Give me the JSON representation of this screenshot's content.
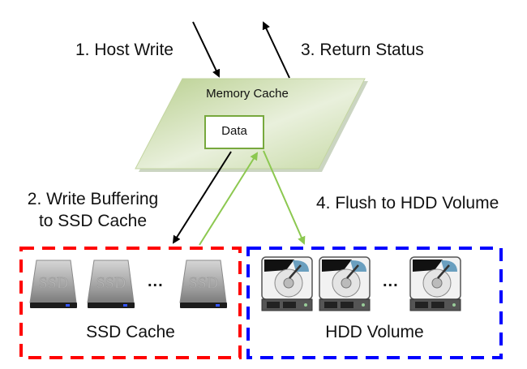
{
  "steps": {
    "host_write": "1. Host Write",
    "write_buffering_line1": "2. Write Buffering",
    "write_buffering_line2": "to SSD Cache",
    "return_status": "3. Return Status",
    "flush": "4. Flush to HDD Volume"
  },
  "memory_cache": {
    "title": "Memory Cache",
    "data_box": "Data"
  },
  "ssd_group": {
    "title": "SSD Cache",
    "drive_label": "SSD",
    "ellipsis": "...",
    "visible_drives": 3,
    "border_color": "#ff0000"
  },
  "hdd_group": {
    "title": "HDD Volume",
    "ellipsis": "...",
    "visible_drives": 3,
    "border_color": "#0000ff"
  },
  "colors": {
    "cache_fill_dark": "#b5cc8a",
    "cache_fill_light": "#eef3e4",
    "data_border": "#77a83d",
    "green_arrow": "#8cc850",
    "black_arrow": "#000000"
  }
}
